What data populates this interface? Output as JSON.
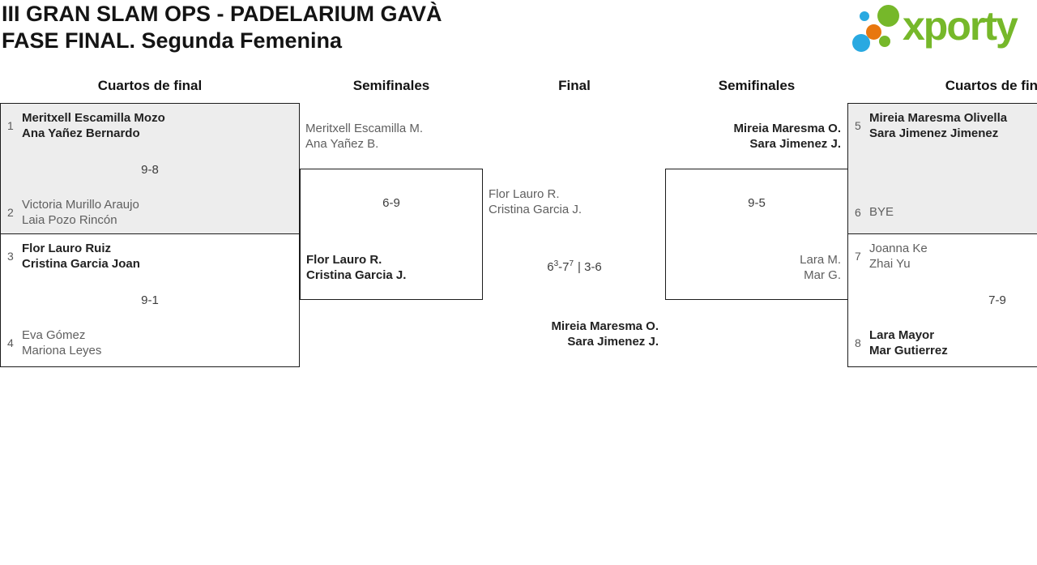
{
  "page": {
    "title_line1": "III GRAN SLAM OPS - PADELARIUM GAVÀ",
    "title_line2": "FASE FINAL. Segunda Femenina"
  },
  "logo": {
    "text": "xporty",
    "colors": {
      "green": "#76b82a",
      "blue": "#29a9e1",
      "orange": "#e8770e"
    }
  },
  "headers": [
    "Cuartos de final",
    "Semifinales",
    "Final",
    "Semifinales",
    "Cuartos de final"
  ],
  "bracket": {
    "qf_left": [
      {
        "top": {
          "seed": "1",
          "players": [
            "Meritxell Escamilla Mozo",
            "Ana Yañez Bernardo"
          ],
          "winner": true
        },
        "score": "9-8",
        "bottom": {
          "seed": "2",
          "players": [
            "Victoria Murillo Araujo",
            "Laia Pozo Rincón"
          ],
          "winner": false
        }
      },
      {
        "top": {
          "seed": "3",
          "players": [
            "Flor Lauro Ruiz",
            "Cristina Garcia Joan"
          ],
          "winner": true
        },
        "score": "9-1",
        "bottom": {
          "seed": "4",
          "players": [
            "Eva Gómez",
            "Mariona Leyes"
          ],
          "winner": false
        }
      }
    ],
    "sf_left": {
      "top": {
        "players": [
          "Meritxell Escamilla M.",
          "Ana Yañez B."
        ],
        "winner": false
      },
      "score": "6-9",
      "bottom": {
        "players": [
          "Flor Lauro R.",
          "Cristina Garcia J."
        ],
        "winner": true
      }
    },
    "final": {
      "left": {
        "players": [
          "Flor Lauro R.",
          "Cristina Garcia J."
        ],
        "winner": false
      },
      "score": {
        "set1_games": "6",
        "set1_tiebreak": "3",
        "separator": "-",
        "set2_games": "7",
        "set2_tiebreak": "7",
        "remaining": "| 3-6"
      },
      "right": {
        "players": [
          "Mireia Maresma O.",
          "Sara Jimenez J."
        ],
        "winner": true
      }
    },
    "sf_right": {
      "top": {
        "players": [
          "Mireia Maresma O.",
          "Sara Jimenez J."
        ],
        "winner": true
      },
      "score": "9-5",
      "bottom": {
        "players": [
          "Lara M.",
          "Mar G."
        ],
        "winner": false
      }
    },
    "qf_right": [
      {
        "top": {
          "seed": "5",
          "players": [
            "Mireia Maresma Olivella",
            "Sara Jimenez Jimenez"
          ],
          "winner": true
        },
        "bottom": {
          "seed": "6",
          "players": [
            "BYE"
          ],
          "winner": false
        }
      },
      {
        "top": {
          "seed": "7",
          "players": [
            "Joanna Ke",
            "Zhai Yu"
          ],
          "winner": false
        },
        "score": "7-9",
        "bottom": {
          "seed": "8",
          "players": [
            "Lara Mayor",
            "Mar Gutierrez"
          ],
          "winner": true
        }
      }
    ]
  },
  "colors": {
    "box_shaded": "#ededed",
    "border": "#1c1c1c",
    "winner_text": "#222222",
    "loser_text": "#5f5f5f"
  }
}
